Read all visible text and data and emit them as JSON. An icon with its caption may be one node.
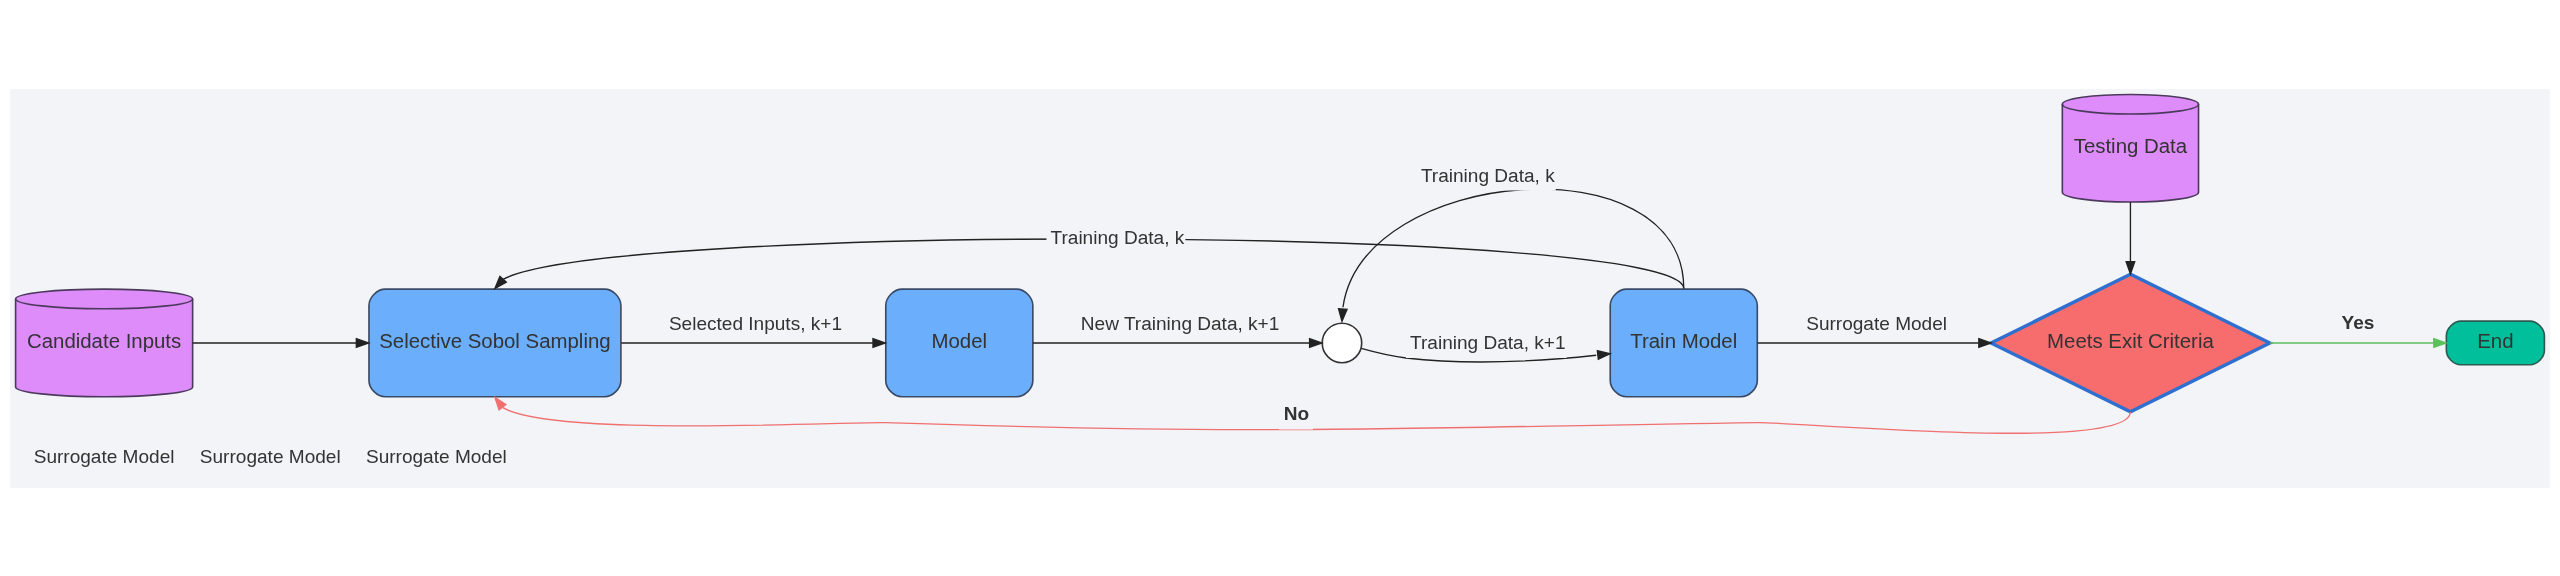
{
  "diagram": {
    "nodes": [
      {
        "text": [
          "Candidate Inputs"
        ]
      },
      {
        "text": [
          "Selective Sobol Sampling"
        ]
      },
      {
        "text": [
          "Model"
        ]
      },
      {
        "text": [],
        "shape": "circle"
      },
      {
        "text": [
          "Train Model"
        ]
      },
      {
        "text": [
          "Testing Data"
        ]
      },
      {
        "text": [
          "Meets Exit Criteria"
        ]
      },
      {
        "text": [
          "End"
        ]
      }
    ],
    "edges": [
      {
        "from": 0,
        "to": 1,
        "arrow": "to"
      },
      {
        "from": 1,
        "to": 2,
        "arrow": "to",
        "label": "Selected Inputs, k+1"
      },
      {
        "from": 2,
        "to": 3,
        "arrow": "to",
        "label": "New Training Data, k+1"
      },
      {
        "from": 3,
        "to": 4,
        "arrow": "to",
        "label": "Training Data, k+1"
      },
      {
        "from": 4,
        "to": 1,
        "arrow": "to",
        "label": "Training Data, k"
      },
      {
        "from": 4,
        "to": 3,
        "arrow": "to",
        "label": "Training Data, k"
      },
      {
        "from": 4,
        "to": 6,
        "arrow": "to",
        "label": "Surrogate Model"
      },
      {
        "from": 5,
        "to": 6,
        "arrow": "to"
      },
      {
        "from": 6,
        "to": 7,
        "arrow": "to",
        "label": "Yes",
        "color": "#5cc05c"
      },
      {
        "from": 6,
        "to": 1,
        "arrow": "to",
        "label": "No",
        "color": "#f07070"
      }
    ],
    "labels": [
      "Surrogate Model",
      "Surrogate Model",
      "Surrogate Model"
    ]
  }
}
